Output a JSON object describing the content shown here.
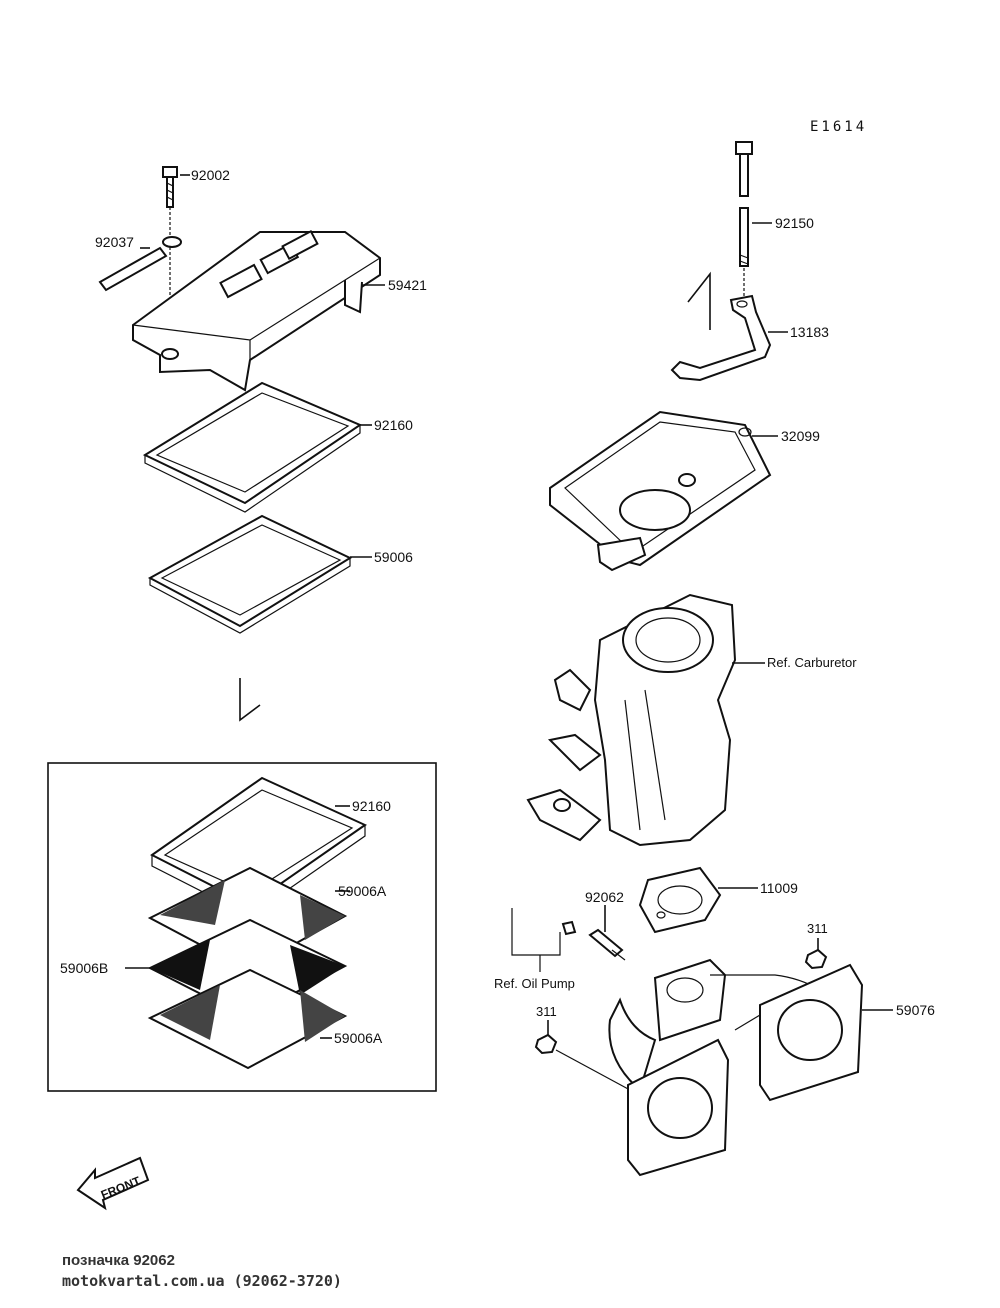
{
  "diagram_code": "E1614",
  "labels": {
    "p92002": "92002",
    "p92037": "92037",
    "p59421": "59421",
    "p92160_top": "92160",
    "p59006": "59006",
    "p92150": "92150",
    "p13183": "13183",
    "p32099": "32099",
    "ref_carburetor": "Ref. Carburetor",
    "p92160_box": "92160",
    "p59006A_1": "59006A",
    "p59006B": "59006B",
    "p59006A_2": "59006A",
    "p92062": "92062",
    "p11009": "11009",
    "p311_right": "311",
    "ref_oil_pump": "Ref. Oil Pump",
    "p311_left": "311",
    "p59076": "59076"
  },
  "front_arrow": "FRONT",
  "footer": {
    "line1": "позначка 92062",
    "line2": "motokvartal.com.ua (92062-3720)"
  }
}
